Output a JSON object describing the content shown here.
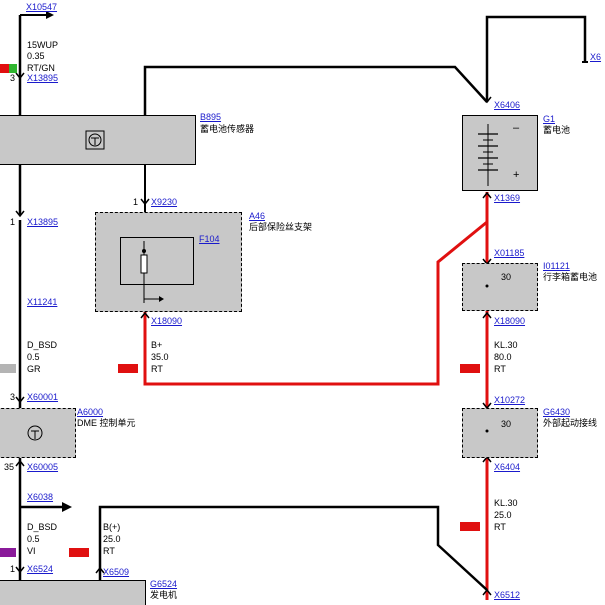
{
  "colors": {
    "wire_red": "#e01010",
    "wire_black": "#000000",
    "box_gray": "#c8c8c8",
    "link_blue": "#1a1acc",
    "swatch_red": "#e01010",
    "swatch_green": "#2fb52f",
    "swatch_gray": "#b4b4b4",
    "swatch_violet": "#8a1a9a"
  },
  "connectors": {
    "x10547": "X10547",
    "x13895_top": "X13895",
    "x13895_mid": "X13895",
    "x9230": "X9230",
    "x18090_left": "X18090",
    "x11241": "X11241",
    "x60001": "X60001",
    "x60005": "X60005",
    "x6038": "X6038",
    "x6524": "X6524",
    "x6509": "X6509",
    "x6406": "X6406",
    "x1369": "X1369",
    "x01185": "X01185",
    "x18090_right": "X18090",
    "x10272": "X10272",
    "x6404": "X6404",
    "x6512": "X6512",
    "x6_edge": "X6"
  },
  "pins": {
    "p3_top": "3",
    "p1_x13895": "1",
    "p1_x9230": "1",
    "p3_x60001": "3",
    "p35_x60005": "35",
    "p1_x6524": "1"
  },
  "components": {
    "b895": {
      "id": "B895",
      "name": "蓄电池传感器"
    },
    "a46": {
      "id": "A46",
      "name": "后部保险丝支架"
    },
    "f104": {
      "id": "F104"
    },
    "a6000": {
      "id": "A6000",
      "name": "DME 控制单元"
    },
    "g6524": {
      "id": "G6524",
      "name": "发电机"
    },
    "g1": {
      "id": "G1",
      "name": "蓄电池",
      "minus": "–",
      "plus": "+"
    },
    "i01121": {
      "id": "I01121",
      "name": "行李箱蓄电池",
      "pin": "30"
    },
    "g6430": {
      "id": "G6430",
      "name": "外部起动接线",
      "pin": "30"
    }
  },
  "wires": {
    "w_15wup": {
      "name": "15WUP",
      "size": "0.35",
      "color": "RT/GN"
    },
    "w_dbsd_gr": {
      "name": "D_BSD",
      "size": "0.5",
      "color": "GR"
    },
    "w_bplus": {
      "name": "B+",
      "size": "35.0",
      "color": "RT"
    },
    "w_kl30_80": {
      "name": "KL.30",
      "size": "80.0",
      "color": "RT"
    },
    "w_kl30_25": {
      "name": "KL.30",
      "size": "25.0",
      "color": "RT"
    },
    "w_dbsd_vi": {
      "name": "D_BSD",
      "size": "0.5",
      "color": "VI"
    },
    "w_bplus2": {
      "name": "B(+)",
      "size": "25.0",
      "color": "RT"
    }
  }
}
